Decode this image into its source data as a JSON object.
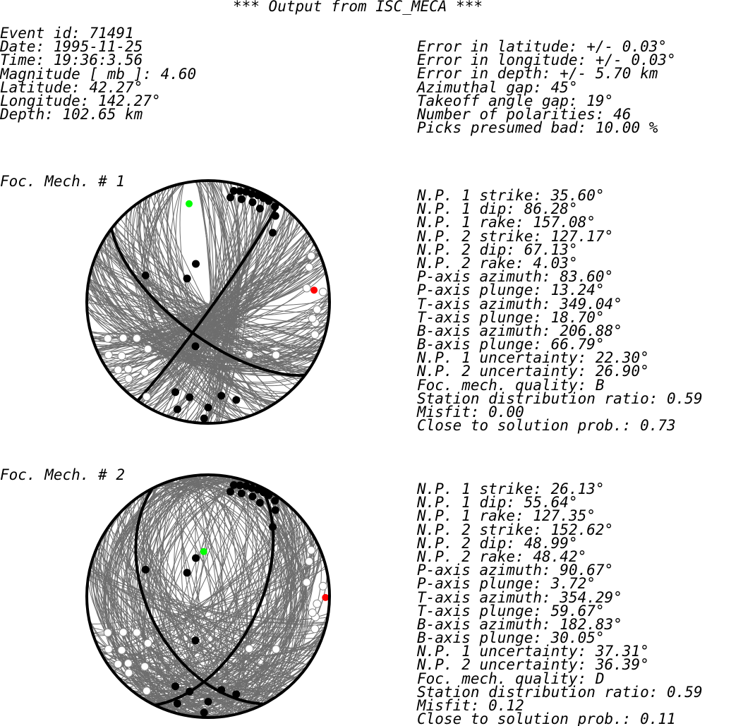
{
  "title": "*** Output from ISC_MECA ***",
  "event": [
    {
      "label": "Event id: ",
      "value": "71491"
    },
    {
      "label": "Date: ",
      "value": "1995-11-25"
    },
    {
      "label": "Time: ",
      "value": "19:36:3.56"
    },
    {
      "label": "Magnitude [ mb ]: ",
      "value": "4.60"
    },
    {
      "label": "Latitude: ",
      "value": "42.27°"
    },
    {
      "label": "Longitude: ",
      "value": "142.27°"
    },
    {
      "label": "Depth: ",
      "value": "102.65 km"
    }
  ],
  "errors": [
    {
      "label": "Error in latitude: ",
      "value": "+/- 0.03°"
    },
    {
      "label": "Error in longitude: ",
      "value": "+/- 0.03°"
    },
    {
      "label": "Error in depth: ",
      "value": "+/- 5.70 km"
    },
    {
      "label": "Azimuthal gap: ",
      "value": "45°"
    },
    {
      "label": "Takeoff angle gap: ",
      "value": "19°"
    },
    {
      "label": "Number of polarities: ",
      "value": "46"
    },
    {
      "label": "Picks presumed bad: ",
      "value": "10.00 %"
    }
  ],
  "mechanisms": [
    {
      "label": "Foc. Mech. # 1",
      "params": [
        {
          "label": "N.P. 1 strike: ",
          "value": "35.60°"
        },
        {
          "label": "N.P. 1 dip: ",
          "value": "86.28°"
        },
        {
          "label": "N.P. 1 rake: ",
          "value": "157.08°"
        },
        {
          "label": "N.P. 2 strike: ",
          "value": "127.17°"
        },
        {
          "label": "N.P. 2 dip: ",
          "value": "67.13°"
        },
        {
          "label": "N.P. 2 rake: ",
          "value": "4.03°"
        },
        {
          "label": "P-axis azimuth: ",
          "value": "83.60°"
        },
        {
          "label": "P-axis plunge: ",
          "value": "13.24°"
        },
        {
          "label": "T-axis azimuth: ",
          "value": "349.04°"
        },
        {
          "label": "T-axis plunge: ",
          "value": "18.70°"
        },
        {
          "label": "B-axis azimuth: ",
          "value": "206.88°"
        },
        {
          "label": "B-axis plunge: ",
          "value": "66.79°"
        },
        {
          "label": "N.P. 1 uncertainty: ",
          "value": "22.30°"
        },
        {
          "label": "N.P. 2 uncertainty: ",
          "value": "26.90°"
        },
        {
          "label": "Foc. mech. quality: ",
          "value": "B"
        },
        {
          "label": "Station distribution ratio: ",
          "value": "0.59"
        },
        {
          "label": "Misfit: ",
          "value": "0.00"
        },
        {
          "label": "Close to solution prob.: ",
          "value": "0.73"
        }
      ],
      "np1": {
        "strike": 35.6,
        "dip": 86.28
      },
      "np2": {
        "strike": 127.17,
        "dip": 67.13
      },
      "p_axis": {
        "azimuth": 83.6,
        "plunge": 13.24
      },
      "t_axis": {
        "azimuth": 349.04,
        "plunge": 18.7
      }
    },
    {
      "label": "Foc. Mech. # 2",
      "params": [
        {
          "label": "N.P. 1 strike: ",
          "value": "26.13°"
        },
        {
          "label": "N.P. 1 dip: ",
          "value": "55.64°"
        },
        {
          "label": "N.P. 1 rake: ",
          "value": "127.35°"
        },
        {
          "label": "N.P. 2 strike: ",
          "value": "152.62°"
        },
        {
          "label": "N.P. 2 dip: ",
          "value": "48.99°"
        },
        {
          "label": "N.P. 2 rake: ",
          "value": "48.42°"
        },
        {
          "label": "P-axis azimuth: ",
          "value": "90.67°"
        },
        {
          "label": "P-axis plunge: ",
          "value": "3.72°"
        },
        {
          "label": "T-axis azimuth: ",
          "value": "354.29°"
        },
        {
          "label": "T-axis plunge: ",
          "value": "59.67°"
        },
        {
          "label": "B-axis azimuth: ",
          "value": "182.83°"
        },
        {
          "label": "B-axis plunge: ",
          "value": "30.05°"
        },
        {
          "label": "N.P. 1 uncertainty: ",
          "value": "37.31°"
        },
        {
          "label": "N.P. 2 uncertainty: ",
          "value": "36.39°"
        },
        {
          "label": "Foc. mech. quality: ",
          "value": "D"
        },
        {
          "label": "Station distribution ratio: ",
          "value": "0.59"
        },
        {
          "label": "Misfit: ",
          "value": "0.12"
        },
        {
          "label": "Close to solution prob.: ",
          "value": "0.11"
        }
      ],
      "np1": {
        "strike": 26.13,
        "dip": 55.64
      },
      "np2": {
        "strike": 152.62,
        "dip": 48.99
      },
      "p_axis": {
        "azimuth": 90.67,
        "plunge": 3.72
      },
      "t_axis": {
        "azimuth": 354.29,
        "plunge": 59.67
      }
    }
  ],
  "colors": {
    "compression": "#000000",
    "dilatation": "#ffffff",
    "uncertainty": "#555555",
    "p_axis": "#ff0000",
    "t_axis": "#00ff00"
  },
  "polarities": {
    "compressional": [
      {
        "az": 13,
        "r": 0.94
      },
      {
        "az": 16,
        "r": 0.95
      },
      {
        "az": 19,
        "r": 0.96
      },
      {
        "az": 22,
        "r": 0.96
      },
      {
        "az": 25,
        "r": 0.97
      },
      {
        "az": 28,
        "r": 0.97
      },
      {
        "az": 31,
        "r": 0.97
      },
      {
        "az": 35,
        "r": 0.96
      },
      {
        "az": 12,
        "r": 0.88
      },
      {
        "az": 18,
        "r": 0.89
      },
      {
        "az": 24,
        "r": 0.9
      },
      {
        "az": 29,
        "r": 0.88
      },
      {
        "az": 38,
        "r": 0.9
      },
      {
        "az": 43,
        "r": 0.78
      },
      {
        "az": 342,
        "r": 0.33
      },
      {
        "az": 293,
        "r": 0.56
      },
      {
        "az": 318,
        "r": 0.26
      },
      {
        "az": 196,
        "r": 0.38
      },
      {
        "az": 200,
        "r": 0.79
      },
      {
        "az": 191,
        "r": 0.8
      },
      {
        "az": 180,
        "r": 0.87
      },
      {
        "az": 172,
        "r": 0.78
      },
      {
        "az": 164,
        "r": 0.84
      },
      {
        "az": 196,
        "r": 0.92
      },
      {
        "az": 182,
        "r": 0.96
      }
    ],
    "dilatational": [
      {
        "az": 66,
        "r": 0.93
      },
      {
        "az": 71,
        "r": 0.88
      },
      {
        "az": 82,
        "r": 0.82
      },
      {
        "az": 85,
        "r": 0.95
      },
      {
        "az": 94,
        "r": 0.9
      },
      {
        "az": 101,
        "r": 0.9
      },
      {
        "az": 107,
        "r": 0.92
      },
      {
        "az": 99,
        "r": 0.87
      },
      {
        "az": 247,
        "r": 0.76
      },
      {
        "az": 238,
        "r": 0.84
      },
      {
        "az": 233,
        "r": 0.93
      },
      {
        "az": 242,
        "r": 0.93
      },
      {
        "az": 230,
        "r": 0.86
      },
      {
        "az": 226,
        "r": 0.91
      },
      {
        "az": 250,
        "r": 0.88
      },
      {
        "az": 243,
        "r": 0.66
      },
      {
        "az": 232,
        "r": 0.63
      },
      {
        "az": 222,
        "r": 0.78
      },
      {
        "az": 142,
        "r": 0.55
      },
      {
        "az": 128,
        "r": 0.71
      },
      {
        "az": 213,
        "r": 0.93
      }
    ]
  }
}
